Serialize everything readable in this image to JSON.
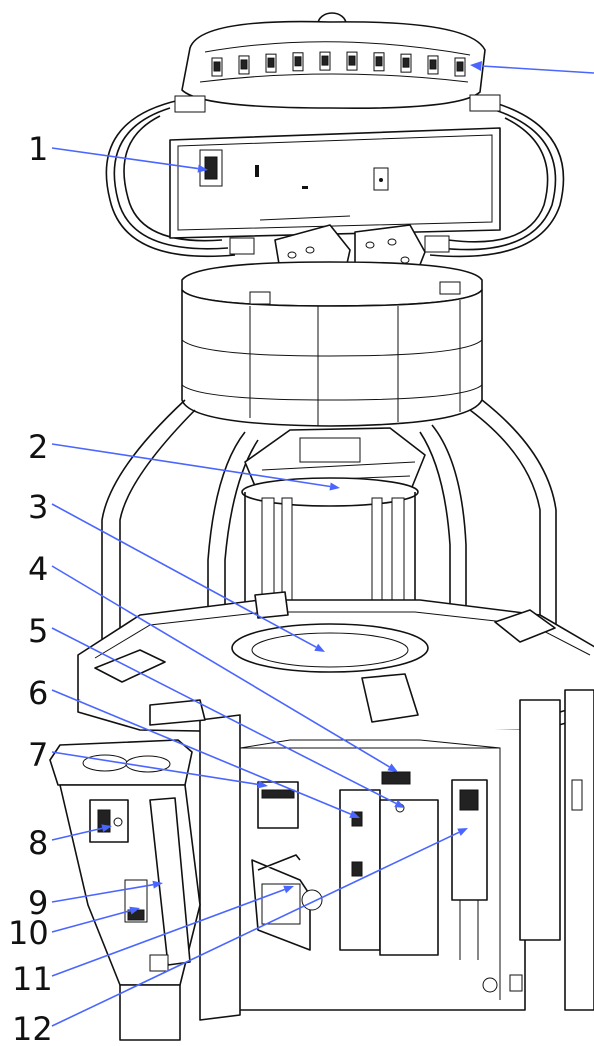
{
  "callouts": [
    {
      "label": "1"
    },
    {
      "label": "2"
    },
    {
      "label": "3"
    },
    {
      "label": "4"
    },
    {
      "label": "5"
    },
    {
      "label": "6"
    },
    {
      "label": "7"
    },
    {
      "label": "8"
    },
    {
      "label": "9"
    },
    {
      "label": "10"
    },
    {
      "label": "11"
    },
    {
      "label": "12"
    }
  ],
  "colors": {
    "leader_line": "#4a66ff",
    "line_art": "#111111",
    "background": "#ffffff"
  }
}
